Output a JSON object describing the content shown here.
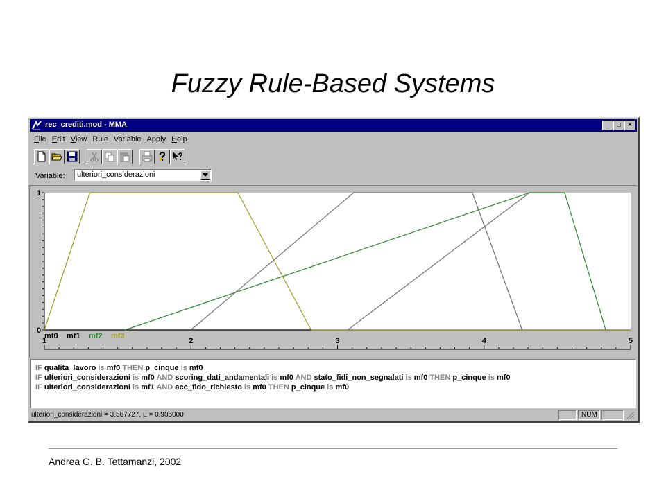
{
  "slide": {
    "title": "Fuzzy Rule-Based Systems",
    "footer": "Andrea G. B. Tettamanzi, 2002"
  },
  "window": {
    "title": "rec_crediti.mod - MMA",
    "controls": {
      "minimize": "_",
      "maximize": "□",
      "close": "×"
    }
  },
  "menu": [
    {
      "label": "File",
      "underline": "F",
      "rest": "ile"
    },
    {
      "label": "Edit",
      "underline": "E",
      "rest": "dit"
    },
    {
      "label": "View",
      "underline": "V",
      "rest": "iew"
    },
    {
      "label": "Rule",
      "underline": "",
      "rest": "Rule"
    },
    {
      "label": "Variable",
      "underline": "",
      "rest": "Variable"
    },
    {
      "label": "Apply",
      "underline": "",
      "rest": "Apply"
    },
    {
      "label": "Help",
      "underline": "H",
      "rest": "elp"
    }
  ],
  "toolbar": [
    "new-file-icon",
    "open-folder-icon",
    "save-icon",
    "cut-icon",
    "copy-icon",
    "paste-icon",
    "print-icon",
    "about-icon",
    "context-help-icon"
  ],
  "variable": {
    "label": "Variable:",
    "selected": "ulteriori_considerazioni"
  },
  "chart_data": {
    "type": "line",
    "xlim": [
      1,
      5
    ],
    "ylim": [
      0,
      1
    ],
    "x_ticks": [
      "1",
      "2",
      "3",
      "4",
      "5"
    ],
    "y_ticks": [
      "0",
      "1"
    ],
    "series": [
      {
        "name": "mf0",
        "color": "#000000",
        "x": [
          1,
          1,
          5
        ],
        "y": [
          0,
          0,
          0
        ]
      },
      {
        "name": "mf1",
        "color": "#a09a28",
        "x": [
          1,
          1.31,
          2.32,
          2.82
        ],
        "y": [
          0,
          1,
          1,
          0
        ]
      },
      {
        "name": "mf2",
        "color": "#2b8a2b",
        "x": [
          1.55,
          4.31,
          4.55,
          4.83
        ],
        "y": [
          0,
          1,
          1,
          0
        ]
      },
      {
        "name": "mf3",
        "color": "#a09a28",
        "x": [
          2.82,
          5
        ],
        "y": [
          0,
          0
        ]
      },
      {
        "name": "",
        "color": "#707070",
        "x": [
          2,
          3.11,
          3.92,
          4.26
        ],
        "y": [
          0,
          1,
          1,
          0
        ]
      },
      {
        "name": "",
        "color": "#707070",
        "x": [
          3.07,
          4.31
        ],
        "y": [
          0,
          1
        ]
      }
    ],
    "legend": [
      {
        "name": "mf0",
        "color": "#000000"
      },
      {
        "name": "mf1",
        "color": "#000000"
      },
      {
        "name": "mf2",
        "color": "#2b8a2b"
      },
      {
        "name": "mf3",
        "color": "#a09a28"
      }
    ]
  },
  "rules": [
    [
      {
        "t": "IF ",
        "k": true
      },
      {
        "t": "qualita_lavoro",
        "k": false
      },
      {
        "t": " is ",
        "k": true
      },
      {
        "t": "mf0",
        "k": false
      },
      {
        "t": " THEN ",
        "k": true
      },
      {
        "t": "p_cinque",
        "k": false
      },
      {
        "t": " is ",
        "k": true
      },
      {
        "t": "mf0",
        "k": false
      }
    ],
    [
      {
        "t": "IF ",
        "k": true
      },
      {
        "t": "ulteriori_considerazioni",
        "k": false
      },
      {
        "t": " is ",
        "k": true
      },
      {
        "t": "mf0",
        "k": false
      },
      {
        "t": " AND ",
        "k": true
      },
      {
        "t": "scoring_dati_andamentali",
        "k": false
      },
      {
        "t": " is ",
        "k": true
      },
      {
        "t": "mf0",
        "k": false
      },
      {
        "t": " AND ",
        "k": true
      },
      {
        "t": "stato_fidi_non_segnalati",
        "k": false
      },
      {
        "t": " is ",
        "k": true
      },
      {
        "t": "mf0",
        "k": false
      },
      {
        "t": " THEN ",
        "k": true
      },
      {
        "t": "p_cinque",
        "k": false
      },
      {
        "t": " is ",
        "k": true
      },
      {
        "t": "mf0",
        "k": false
      }
    ],
    [
      {
        "t": "IF ",
        "k": true
      },
      {
        "t": "ulteriori_considerazioni",
        "k": false
      },
      {
        "t": " is ",
        "k": true
      },
      {
        "t": "mf1",
        "k": false
      },
      {
        "t": " AND ",
        "k": true
      },
      {
        "t": "acc_fido_richiesto",
        "k": false
      },
      {
        "t": " is ",
        "k": true
      },
      {
        "t": "mf0",
        "k": false
      },
      {
        "t": " THEN ",
        "k": true
      },
      {
        "t": "p_cinque",
        "k": false
      },
      {
        "t": " is ",
        "k": true
      },
      {
        "t": "mf0",
        "k": false
      }
    ]
  ],
  "status": {
    "text": "ulteriori_considerazioni = 3.567727, µ = 0.905000",
    "num": "NUM"
  },
  "colors": {
    "titlebar": "#000080",
    "face": "#c0c0c0",
    "keyword": "#808080"
  }
}
